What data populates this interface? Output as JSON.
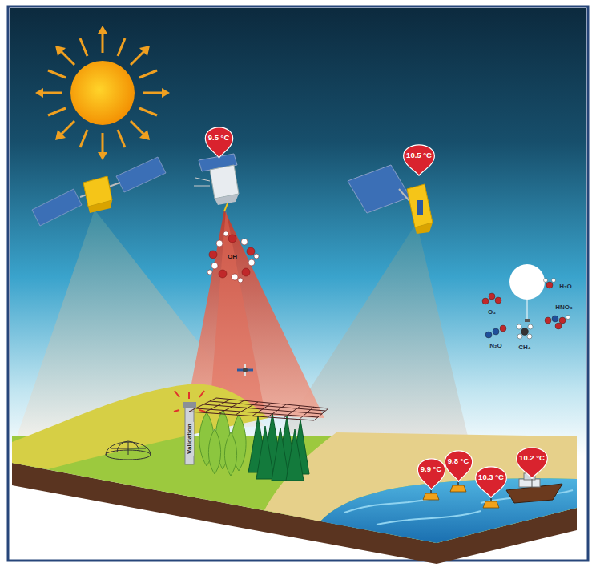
{
  "diagram": {
    "nodes": [
      {
        "text": [
          "9.5 °C"
        ]
      },
      {
        "text": [
          "10.5 °C"
        ]
      },
      {
        "text": [
          "10.2 °C"
        ]
      },
      {
        "text": [
          "9.8 °C"
        ]
      },
      {
        "text": [
          "9.9 °C"
        ]
      },
      {
        "text": [
          "10.3 °C"
        ]
      }
    ],
    "labels": [
      "OH",
      "O₃",
      "H₂O",
      "N₂O",
      "HNO₃",
      "CH₄",
      "Validation"
    ]
  }
}
